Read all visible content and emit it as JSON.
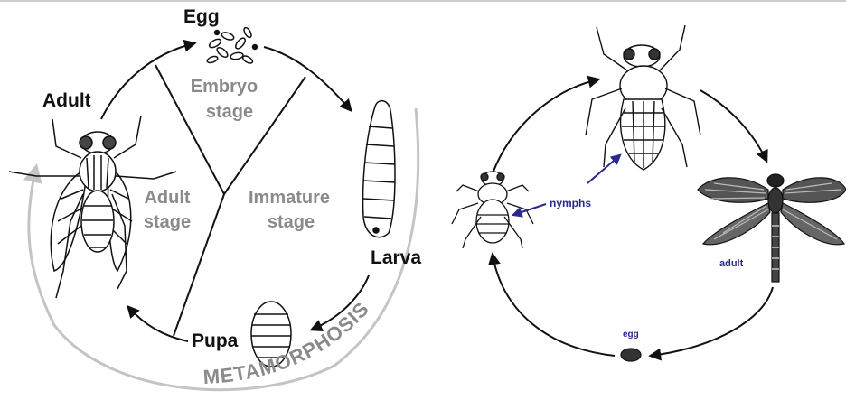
{
  "left_diagram": {
    "labels": {
      "egg": "Egg",
      "adult": "Adult",
      "larva": "Larva",
      "pupa": "Pupa"
    },
    "stages": {
      "embryo_line1": "Embryo",
      "embryo_line2": "stage",
      "adult_line1": "Adult",
      "adult_line2": "stage",
      "immature_line1": "Immature",
      "immature_line2": "stage"
    },
    "process": "METAMORPHOSIS"
  },
  "right_diagram": {
    "labels": {
      "nymphs": "nymphs",
      "adult": "adult",
      "egg": "egg"
    }
  },
  "colors": {
    "ink": "#111111",
    "stage_text": "#8a8a8a",
    "outer_arc": "#c4c4c4",
    "nymph_label": "#2a2a8c"
  }
}
